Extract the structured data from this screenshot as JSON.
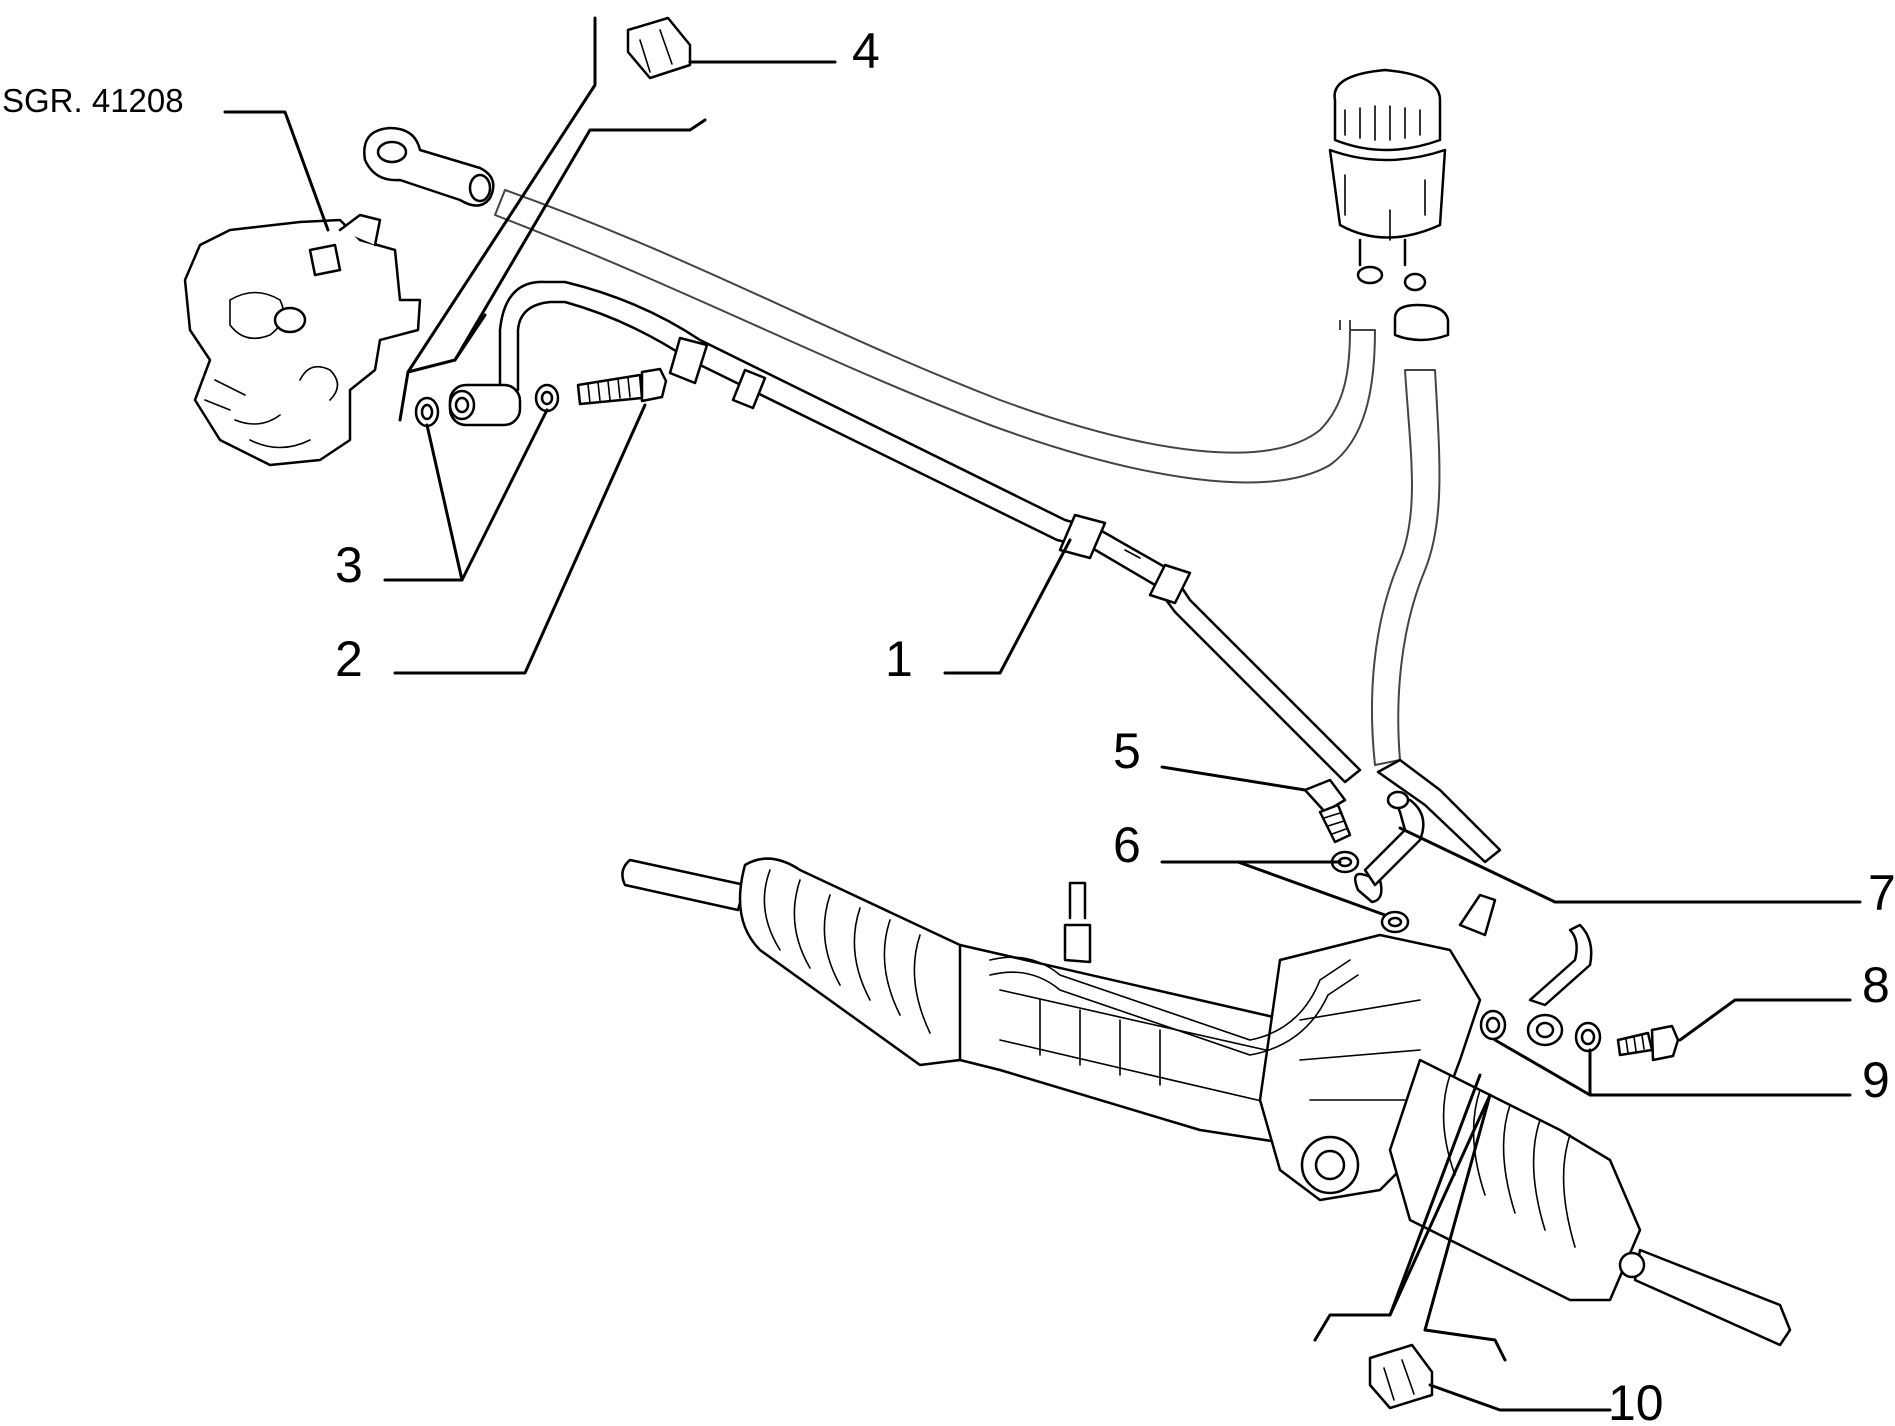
{
  "diagram": {
    "reference_label": "SGR. 41208",
    "callouts": [
      {
        "id": "1",
        "text": "1"
      },
      {
        "id": "2",
        "text": "2"
      },
      {
        "id": "3",
        "text": "3"
      },
      {
        "id": "4",
        "text": "4"
      },
      {
        "id": "5",
        "text": "5"
      },
      {
        "id": "6",
        "text": "6"
      },
      {
        "id": "7",
        "text": "7"
      },
      {
        "id": "8",
        "text": "8"
      },
      {
        "id": "9",
        "text": "9"
      },
      {
        "id": "10",
        "text": "10"
      }
    ]
  }
}
